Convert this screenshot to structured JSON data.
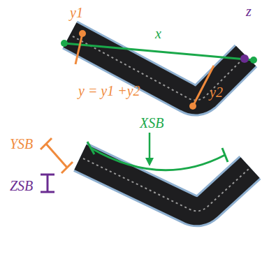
{
  "diagram": {
    "labels": [
      "y1",
      "x",
      "z",
      "y = y1 +y2",
      "y2",
      "YSB",
      "ZSB",
      "XSB"
    ]
  }
}
